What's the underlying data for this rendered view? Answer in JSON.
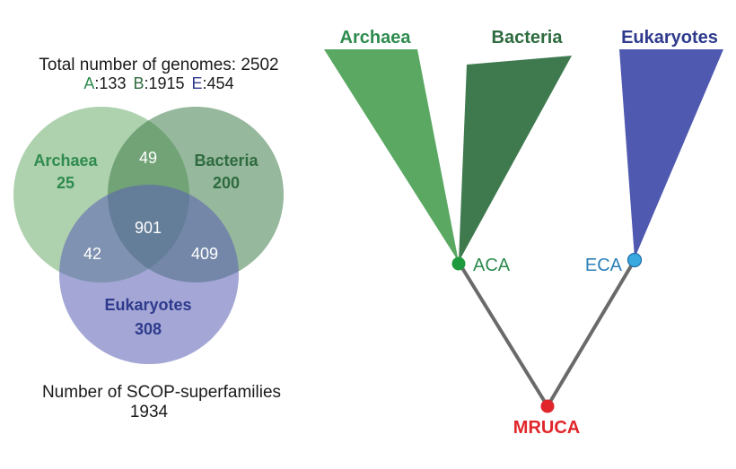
{
  "genomes": {
    "total_label": "Total number of genomes: 2502",
    "a_prefix": "A",
    "a_value": ":133",
    "b_prefix": "B",
    "b_value": ":1915",
    "e_prefix": "E",
    "e_value": ":454"
  },
  "venn": {
    "archaea": {
      "label": "Archaea",
      "count": "25"
    },
    "bacteria": {
      "label": "Bacteria",
      "count": "200"
    },
    "eukaryotes": {
      "label": "Eukaryotes",
      "count": "308"
    },
    "ab": "49",
    "ae": "42",
    "be": "409",
    "abe": "901"
  },
  "scop": {
    "line1": "Number of SCOP-superfamilies",
    "line2": "1934"
  },
  "tree": {
    "archaea": "Archaea",
    "bacteria": "Bacteria",
    "eukaryotes": "Eukaryotes",
    "aca": "ACA",
    "eca": "ECA",
    "mruca": "MRUCA"
  },
  "colors": {
    "archaea_fill": "#6bab6b",
    "bacteria_fill": "#3f7d4a",
    "eukaryote_fill": "#4a54a8",
    "archaea_text": "#2e8b4e",
    "eukaryote_text": "#2e3a8c",
    "eca_text": "#2b7fb8",
    "mruca_text": "#e0262a",
    "branch": "#6a6a6a"
  }
}
